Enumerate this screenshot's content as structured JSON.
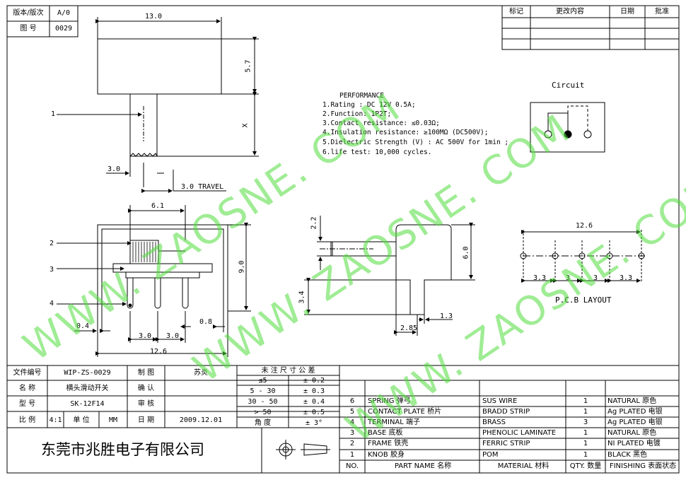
{
  "colors": {
    "line": "#000000",
    "watermark": "#4fdc3c"
  },
  "version_box": {
    "rows": [
      {
        "label": "版本/版次",
        "value": "A/0"
      },
      {
        "label": "图  号",
        "value": "0029"
      }
    ]
  },
  "revision_table": {
    "headers": [
      "标记",
      "更改内容",
      "日期",
      "批准"
    ],
    "empty_rows": 3
  },
  "top_view": {
    "dim_width": "13.0",
    "dim_height": "5.7",
    "dim_x": "X",
    "dim_3_0": "3.0",
    "dim_travel": "3.0 TRAVEL",
    "callout_1": "1"
  },
  "performance": {
    "title": "PERFORMANCE",
    "lines": [
      "1.Rating : DC 12V 0.5A;",
      "2.Function: 1P2T;",
      "3.Contact resistance: ≤0.03Ω;",
      "4.Insulation resistance: ≥100MΩ (DC500V);",
      "5.Dielectric Strength (V) : AC 500V for 1min ;",
      "6.life test: 10,000 cycles."
    ]
  },
  "circuit": {
    "title": "Circuit"
  },
  "front_view": {
    "dim_6_1": "6.1",
    "dim_9_0": "9.0",
    "dim_0_4": "0.4",
    "dim_3_0_a": "3.0",
    "dim_3_0_b": "3.0",
    "dim_0_8": "0.8",
    "dim_12_6": "12.6",
    "callouts": [
      "2",
      "3",
      "4"
    ]
  },
  "side_view": {
    "dim_2_2": "2.2",
    "dim_6_0": "6.0",
    "dim_3_4": "3.4",
    "dim_2_85": "2.85",
    "dim_1_3": "1.3"
  },
  "pcb_layout": {
    "title": "P.C.B LAYOUT",
    "dim_total": "12.6",
    "dims": [
      "3.3",
      "3",
      "3",
      "3.3"
    ]
  },
  "watermark": {
    "text_a": "WWW. ZAOSNE. COM",
    "text_b": "WWW. ZAOSNE. COM",
    "text_c": "WWW. ZAOSNE. COM"
  },
  "title_block": {
    "rows": [
      {
        "k1": "文件编号",
        "v1": "WIP-ZS-0029",
        "k2": "制  图",
        "v2": "苏炎"
      },
      {
        "k1": "名  称",
        "v1": "横头滑动开关",
        "k2": "确  认",
        "v2": ""
      },
      {
        "k1": "型  号",
        "v1": "SK-12F14",
        "k2": "审  核",
        "v2": ""
      },
      {
        "k1": "比  例",
        "v1": "4:1",
        "unit_k": "单 位",
        "unit_v": "MM",
        "k2": "日  期",
        "v2": "2009.12.01"
      }
    ],
    "company": "东莞市兆胜电子有限公司"
  },
  "tolerance": {
    "title": "未 注 尺 寸 公 差",
    "rows": [
      {
        "range": "≤5",
        "tol": "± 0.2"
      },
      {
        "range": "5 - 30",
        "tol": "± 0.3"
      },
      {
        "range": "30 - 50",
        "tol": "± 0.4"
      },
      {
        "range": "> 50",
        "tol": "± 0.5"
      },
      {
        "range": "角  度",
        "tol": "± 3°"
      }
    ]
  },
  "bom": {
    "rows": [
      {
        "no": "6",
        "name": "SPRING  弹弓",
        "material": "SUS WIRE",
        "qty": "1",
        "finish": "NATURAL 原色"
      },
      {
        "no": "5",
        "name": "CONTACT PLATE  桥片",
        "material": "BRADD STRIP",
        "qty": "1",
        "finish": "Ag PLATED  电银"
      },
      {
        "no": "4",
        "name": "TERMINAL  端子",
        "material": "BRASS",
        "qty": "3",
        "finish": "Ag PLATED  电银"
      },
      {
        "no": "3",
        "name": "BASE  底板",
        "material": "PHENOLIC LAMINATE",
        "qty": "1",
        "finish": "NATURAL 原色"
      },
      {
        "no": "2",
        "name": "FRAME  铁壳",
        "material": "FERRIC STRIP",
        "qty": "1",
        "finish": "NI PLATED  电镀"
      },
      {
        "no": "1",
        "name": "KNOB  胶身",
        "material": "POM",
        "qty": "1",
        "finish": "BLACK 黑色"
      }
    ],
    "header": {
      "no": "NO.",
      "name": "PART  NAME 名称",
      "material": "MATERIAL 材料",
      "qty": "QTY. 数量",
      "finish": "FINISHING 表面状态"
    }
  }
}
